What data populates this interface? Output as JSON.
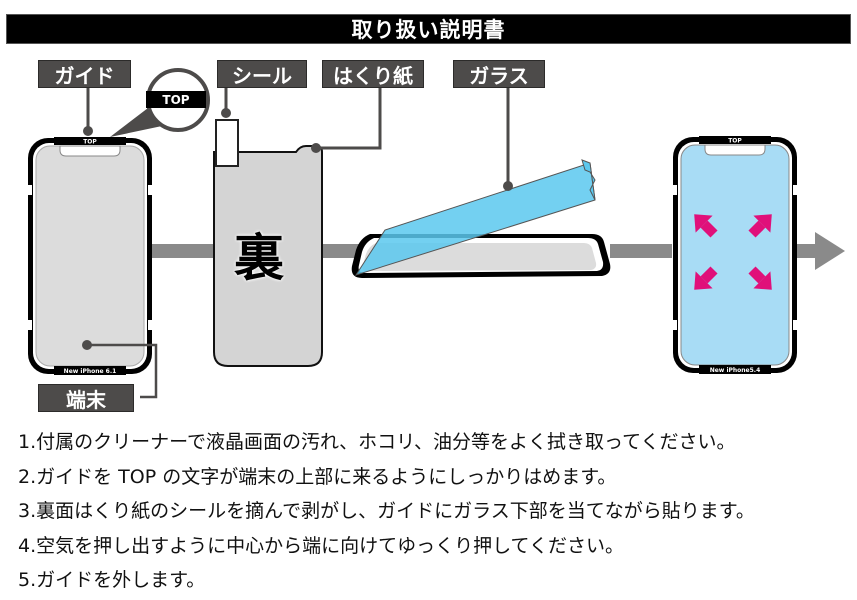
{
  "title": "取り扱い説明書",
  "labels": {
    "guide": "ガイド",
    "seal": "シール",
    "release_paper": "はくり紙",
    "glass": "ガラス",
    "device": "端末"
  },
  "magnifier_text": "TOP",
  "phone_top_mark": "TOP",
  "phone_left_bottom_mark": "New iPhone 6.1",
  "phone_right_bottom_mark": "New iPhone5.4",
  "back_side_char": "裏",
  "colors": {
    "glass_blue": "#5bc8ee",
    "screen_blue": "#a8dcf5",
    "arrow_pink": "#e0107a",
    "label_gray": "#4d4b4a",
    "flow_arrow": "#8a8a8a"
  },
  "steps": [
    "1.付属のクリーナーで液晶画面の汚れ、ホコリ、油分等をよく拭き取ってください。",
    "2.ガイドを TOP の文字が端末の上部に来るようにしっかりはめます。",
    "3.裏面はくり紙のシールを摘んで剥がし、ガイドにガラス下部を当てながら貼ります。",
    "4.空気を押し出すように中心から端に向けてゆっくり押してください。",
    "5.ガイドを外します。"
  ]
}
